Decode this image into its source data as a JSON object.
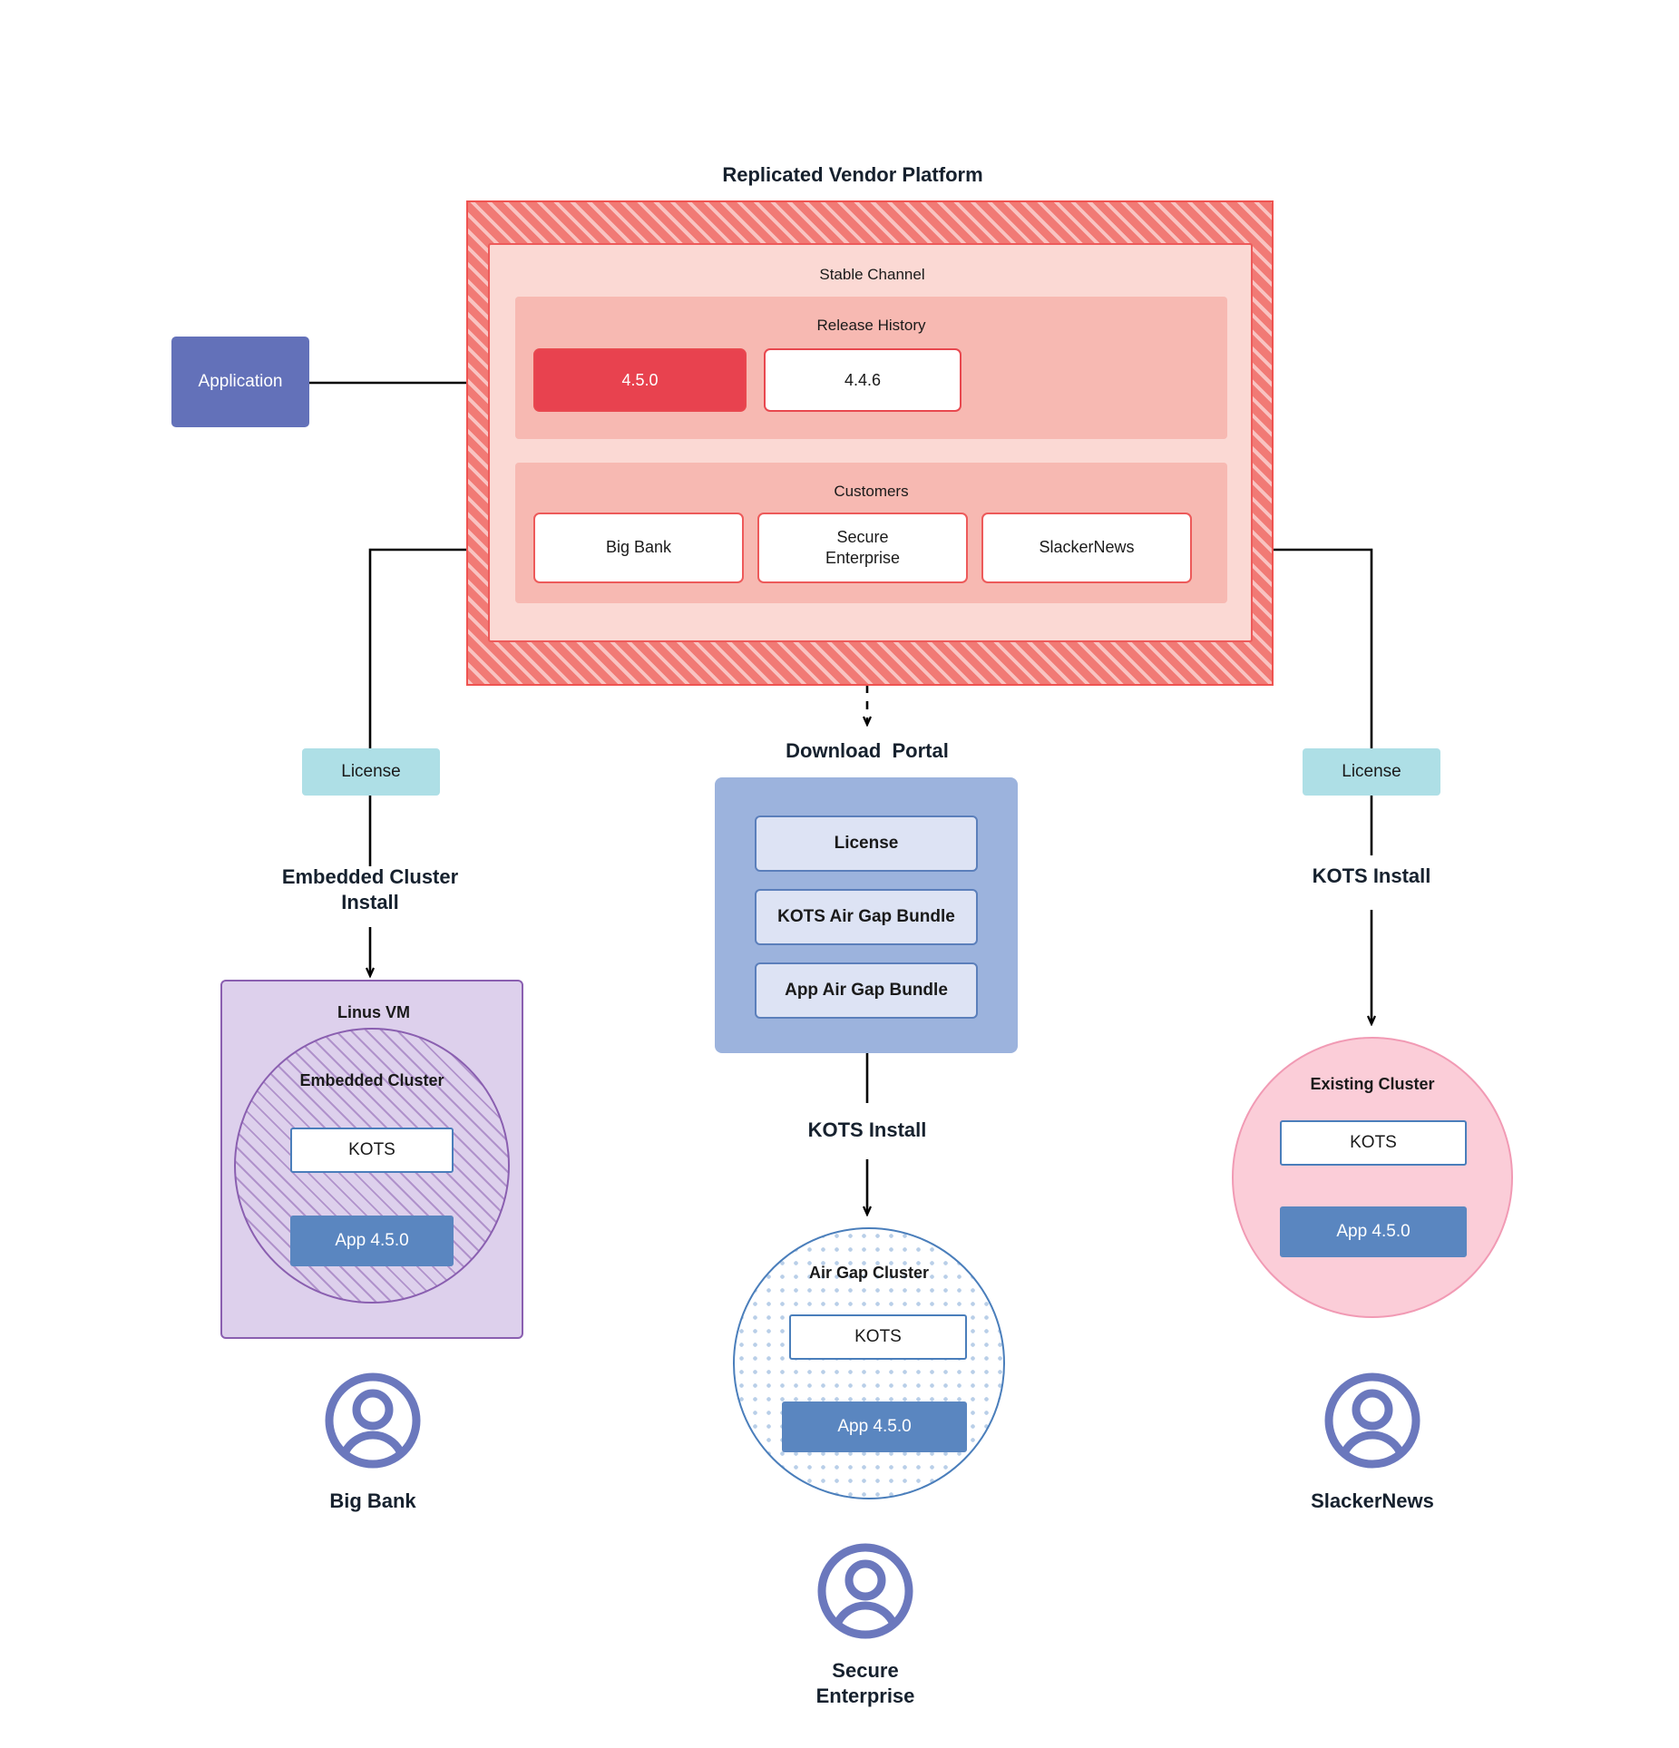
{
  "diagram": {
    "platform_title": "Replicated Vendor Platform",
    "download_portal_title": "Download  Portal"
  },
  "application": {
    "label": "Application"
  },
  "platform": {
    "channel_heading": "Stable Channel",
    "release_history": {
      "heading": "Release History",
      "releases": [
        {
          "version": "4.5.0",
          "state": "current"
        },
        {
          "version": "4.4.6",
          "state": "previous"
        }
      ]
    },
    "customers": {
      "heading": "Customers",
      "items": [
        {
          "name": "Big Bank"
        },
        {
          "name": "Secure\nEnterprise"
        },
        {
          "name": "SlackerNews"
        }
      ]
    }
  },
  "branches": {
    "left": {
      "license_label": "License",
      "install_label": "Embedded Cluster\nInstall",
      "vm_heading": "Linus VM",
      "cluster_heading": "Embedded Cluster",
      "kots_label": "KOTS",
      "app_label": "App 4.5.0",
      "customer_label": "Big Bank"
    },
    "center": {
      "portal_items": [
        {
          "label": "License"
        },
        {
          "label": "KOTS Air Gap Bundle"
        },
        {
          "label": "App Air Gap Bundle"
        }
      ],
      "install_label": "KOTS Install",
      "cluster_heading": "Air Gap Cluster",
      "kots_label": "KOTS",
      "app_label": "App 4.5.0",
      "customer_label": "Secure\nEnterprise"
    },
    "right": {
      "license_label": "License",
      "install_label": "KOTS Install",
      "cluster_heading": "Existing Cluster",
      "kots_label": "KOTS",
      "app_label": "App 4.5.0",
      "customer_label": "SlackerNews"
    }
  },
  "colors": {
    "platform_hatch": "#f17a75",
    "platform_border": "#ef5350",
    "stable_channel_bg": "#fbd9d4",
    "inner_panel_bg": "#f7b9b2",
    "release_current": "#e8424f",
    "application_blue": "#6371b9",
    "license_teal": "#aedfe6",
    "portal_blue": "#9cb3dd",
    "portal_item_bg": "#dde3f4",
    "vm_purple": "#ddd0ec",
    "existing_cluster_pink": "#fbcdd8",
    "app_blue": "#5a86c0",
    "kots_border": "#4a7ebb",
    "avatar_purple": "#6b78bd"
  },
  "icons": {
    "avatar": "user-avatar-icon"
  }
}
